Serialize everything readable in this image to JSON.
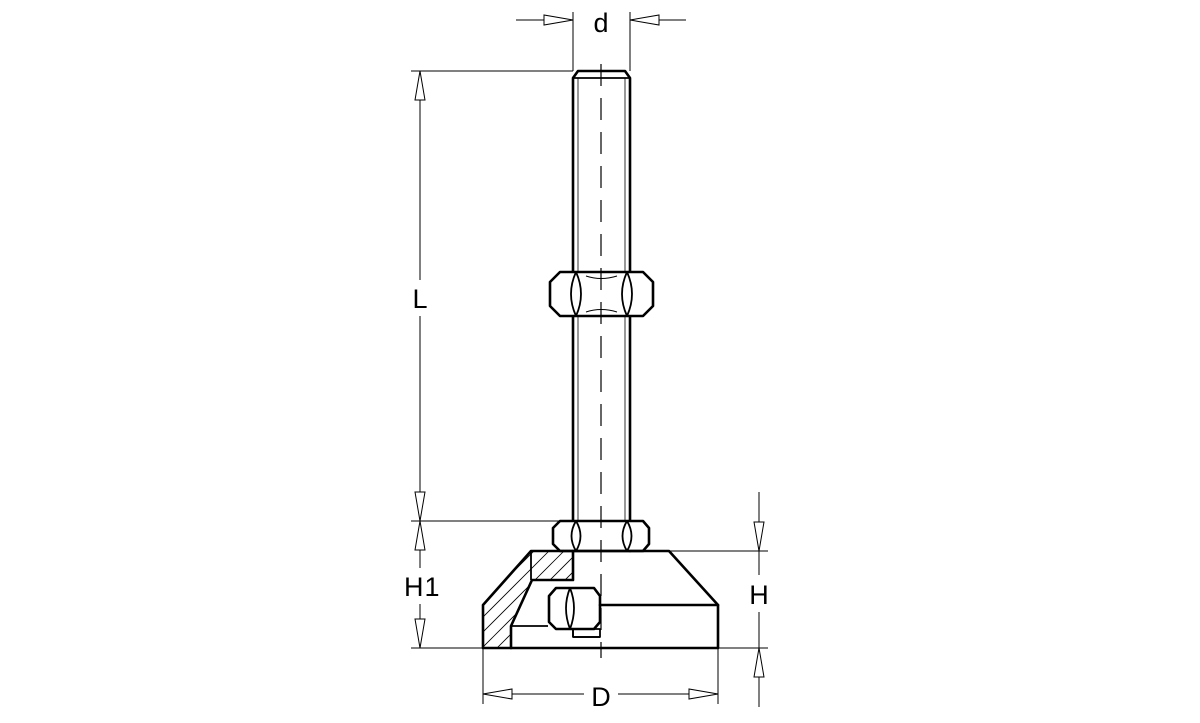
{
  "labels": {
    "d": "d",
    "L": "L",
    "H1_main": "H",
    "H1_sub": "1",
    "H": "H",
    "D": "D"
  }
}
